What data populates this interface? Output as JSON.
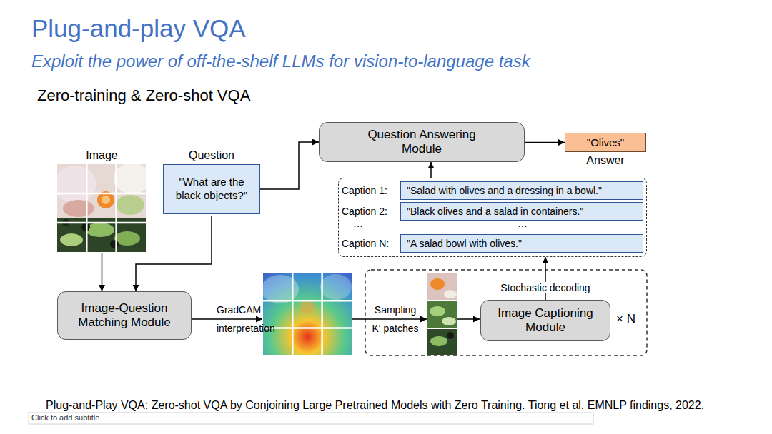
{
  "diagram": {
    "title": "Plug-and-play VQA",
    "caption": "Plug-and-Play VQA: Zero-shot VQA by Conjoining Large Pretrained Models with Zero Training. Tiong et al. EMNLP findings, 2022.",
    "nodes": [
      {
        "text": [
          "Image"
        ]
      },
      {
        "text": [
          "Question",
          "\"What are the black objects?\""
        ]
      },
      {
        "text": [
          "Question Answering Module"
        ]
      },
      {
        "text": [
          "\"Olives\"",
          "Answer"
        ]
      },
      {
        "text": [
          "…",
          "…"
        ]
      },
      {
        "text": [
          "Caption 1:",
          "\"Salad with olives and a dressing in a bowl.\""
        ],
        "in": 4
      },
      {
        "text": [
          "Caption 2:",
          "\"Black olives and a salad in containers.\""
        ],
        "in": 4
      },
      {
        "text": [
          "Caption N:",
          "\"A salad bowl with olives.\""
        ],
        "in": 4
      },
      {
        "text": [
          "Image-Question Matching Module"
        ]
      },
      {
        "text": [
          "Image Captioning Module"
        ]
      }
    ],
    "edges": [
      {
        "from": 0,
        "to": 8,
        "arrow": "to"
      },
      {
        "from": 1,
        "to": 8,
        "arrow": "to"
      },
      {
        "from": 1,
        "to": 2,
        "arrow": "to"
      },
      {
        "from": 2,
        "to": 3,
        "arrow": "to"
      },
      {
        "from": 4,
        "to": 2,
        "arrow": "to"
      },
      {
        "from": 9,
        "to": 4,
        "label": "Stochastic decoding",
        "arrow": "to"
      }
    ],
    "labels": [
      "Exploit the power of off-the-shelf LLMs for vision-to-language task",
      "Zero-training & Zero-shot VQA",
      "GradCAM interpretation",
      "Sampling K' patches",
      "× N",
      "Click to add subtitle"
    ]
  }
}
